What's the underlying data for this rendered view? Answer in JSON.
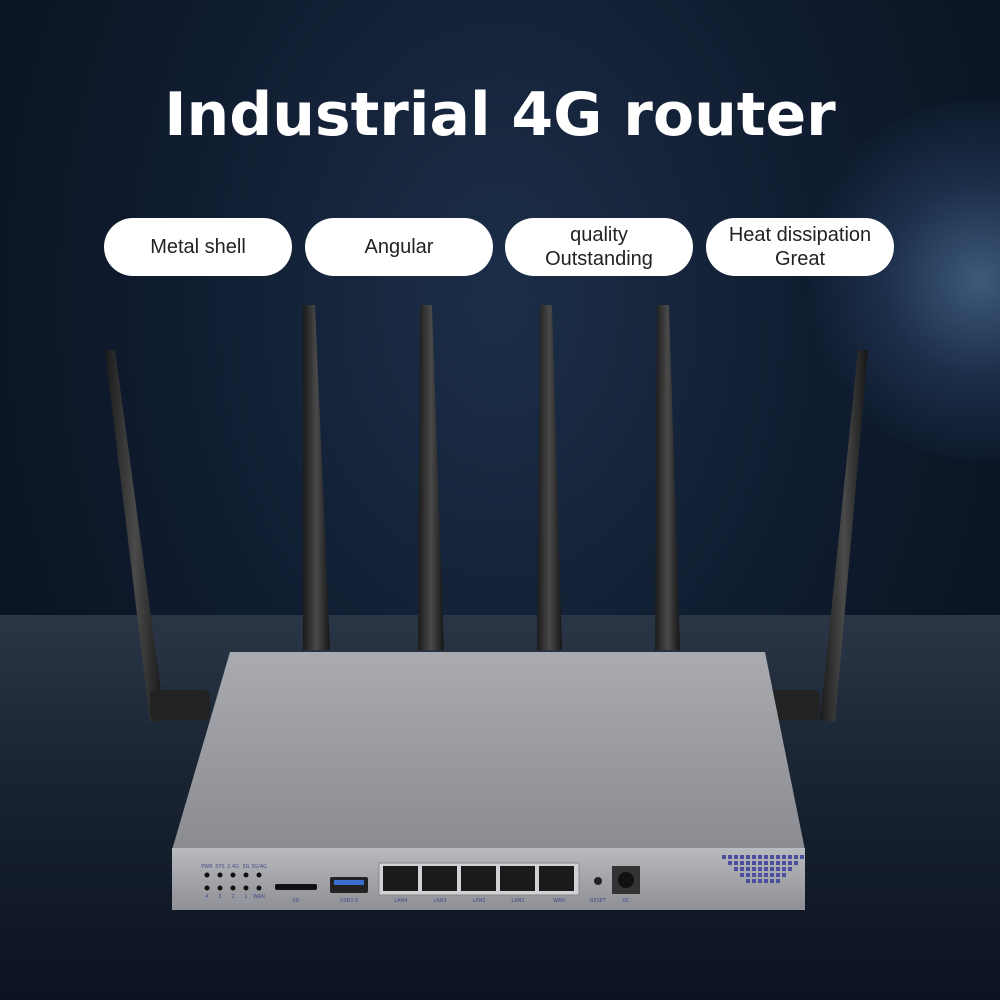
{
  "title": "Industrial 4G router",
  "features": [
    {
      "line1": "Metal shell",
      "line2": ""
    },
    {
      "line1": "Angular",
      "line2": ""
    },
    {
      "line1": "quality",
      "line2": "Outstanding"
    },
    {
      "line1": "Heat dissipation",
      "line2": "Great"
    }
  ],
  "router": {
    "led_labels_top": [
      "PWR",
      "SYS",
      "2.4G",
      "5G",
      "3G/4G"
    ],
    "led_labels_bottom": [
      "4",
      "3",
      "2",
      "1",
      "WAN"
    ],
    "ports": [
      "SD",
      "USB3.0",
      "LAN4",
      "LAN3",
      "LAN2",
      "LAN1",
      "WAN",
      "RESET",
      "DC"
    ]
  }
}
